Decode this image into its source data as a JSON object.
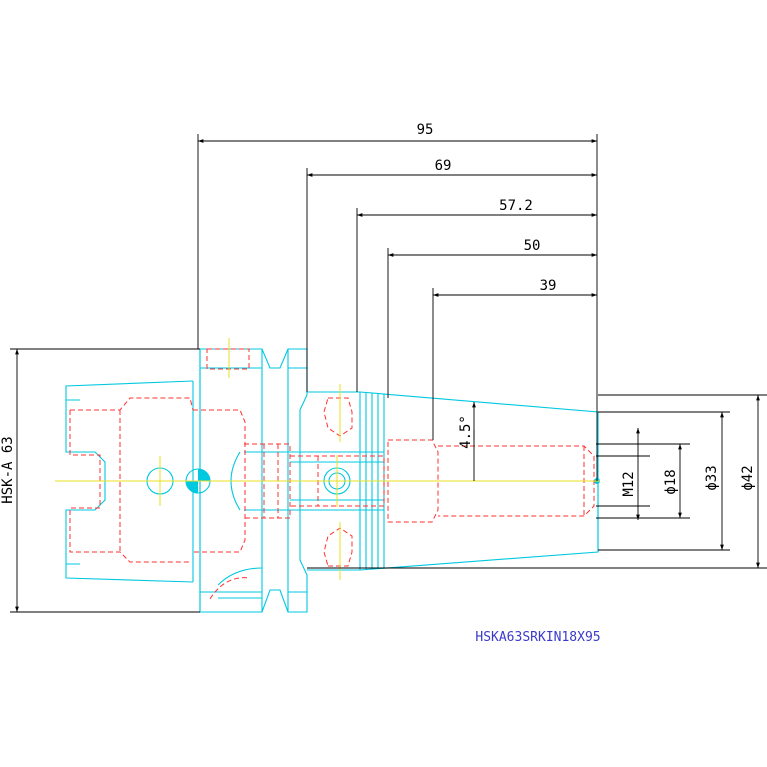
{
  "drawing": {
    "title_code": "HSKA63SRKIN18X95",
    "dimensions": {
      "length_95": "95",
      "length_69": "69",
      "length_57_2": "57.2",
      "length_50": "50",
      "length_39": "39",
      "angle": "4.5°",
      "thread": "M12",
      "dia_18": "ϕ18",
      "dia_33": "ϕ33",
      "dia_42": "ϕ42",
      "shank": "HSK-A 63"
    },
    "colors": {
      "part_outline": "#00c8e0",
      "hidden_lines": "#ff3030",
      "center_lines": "#e8e020",
      "dimension_lines": "#000000",
      "title_text": "#3a3acc"
    }
  }
}
